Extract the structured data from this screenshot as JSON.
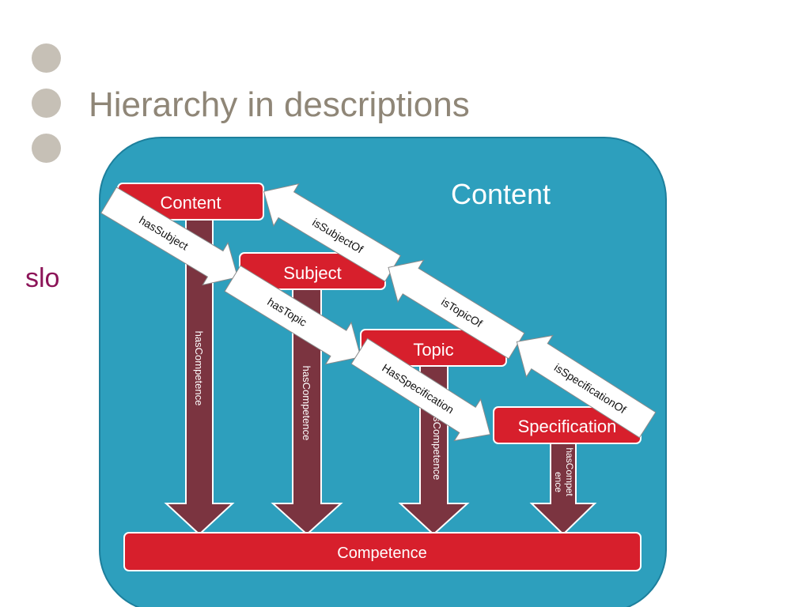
{
  "slide": {
    "title": "Hierarchy in descriptions",
    "logo_text": "slo"
  },
  "diagram": {
    "frame_label": "Content",
    "boxes": {
      "content": "Content",
      "subject": "Subject",
      "topic": "Topic",
      "specification": "Specification",
      "competence": "Competence"
    },
    "relations": {
      "has_subject": "hasSubject",
      "is_subject_of": "isSubjectOf",
      "has_topic": "hasTopic",
      "is_topic_of": "isTopicOf",
      "has_specification": "HasSpecification",
      "is_specification_of": "isSpecificationOf",
      "has_competence_1": "hasCompetence",
      "has_competence_2": "hasCompetence",
      "has_competence_3": "hasCompetence",
      "has_competence_4a": "hasCompet",
      "has_competence_4b": "ence"
    }
  },
  "colors": {
    "frame_fill": "#2d9fbd",
    "box_fill": "#d71f2c",
    "down_arrow_fill": "#7b3440",
    "title_color": "#8f8677",
    "logo_color": "#8c1458"
  }
}
